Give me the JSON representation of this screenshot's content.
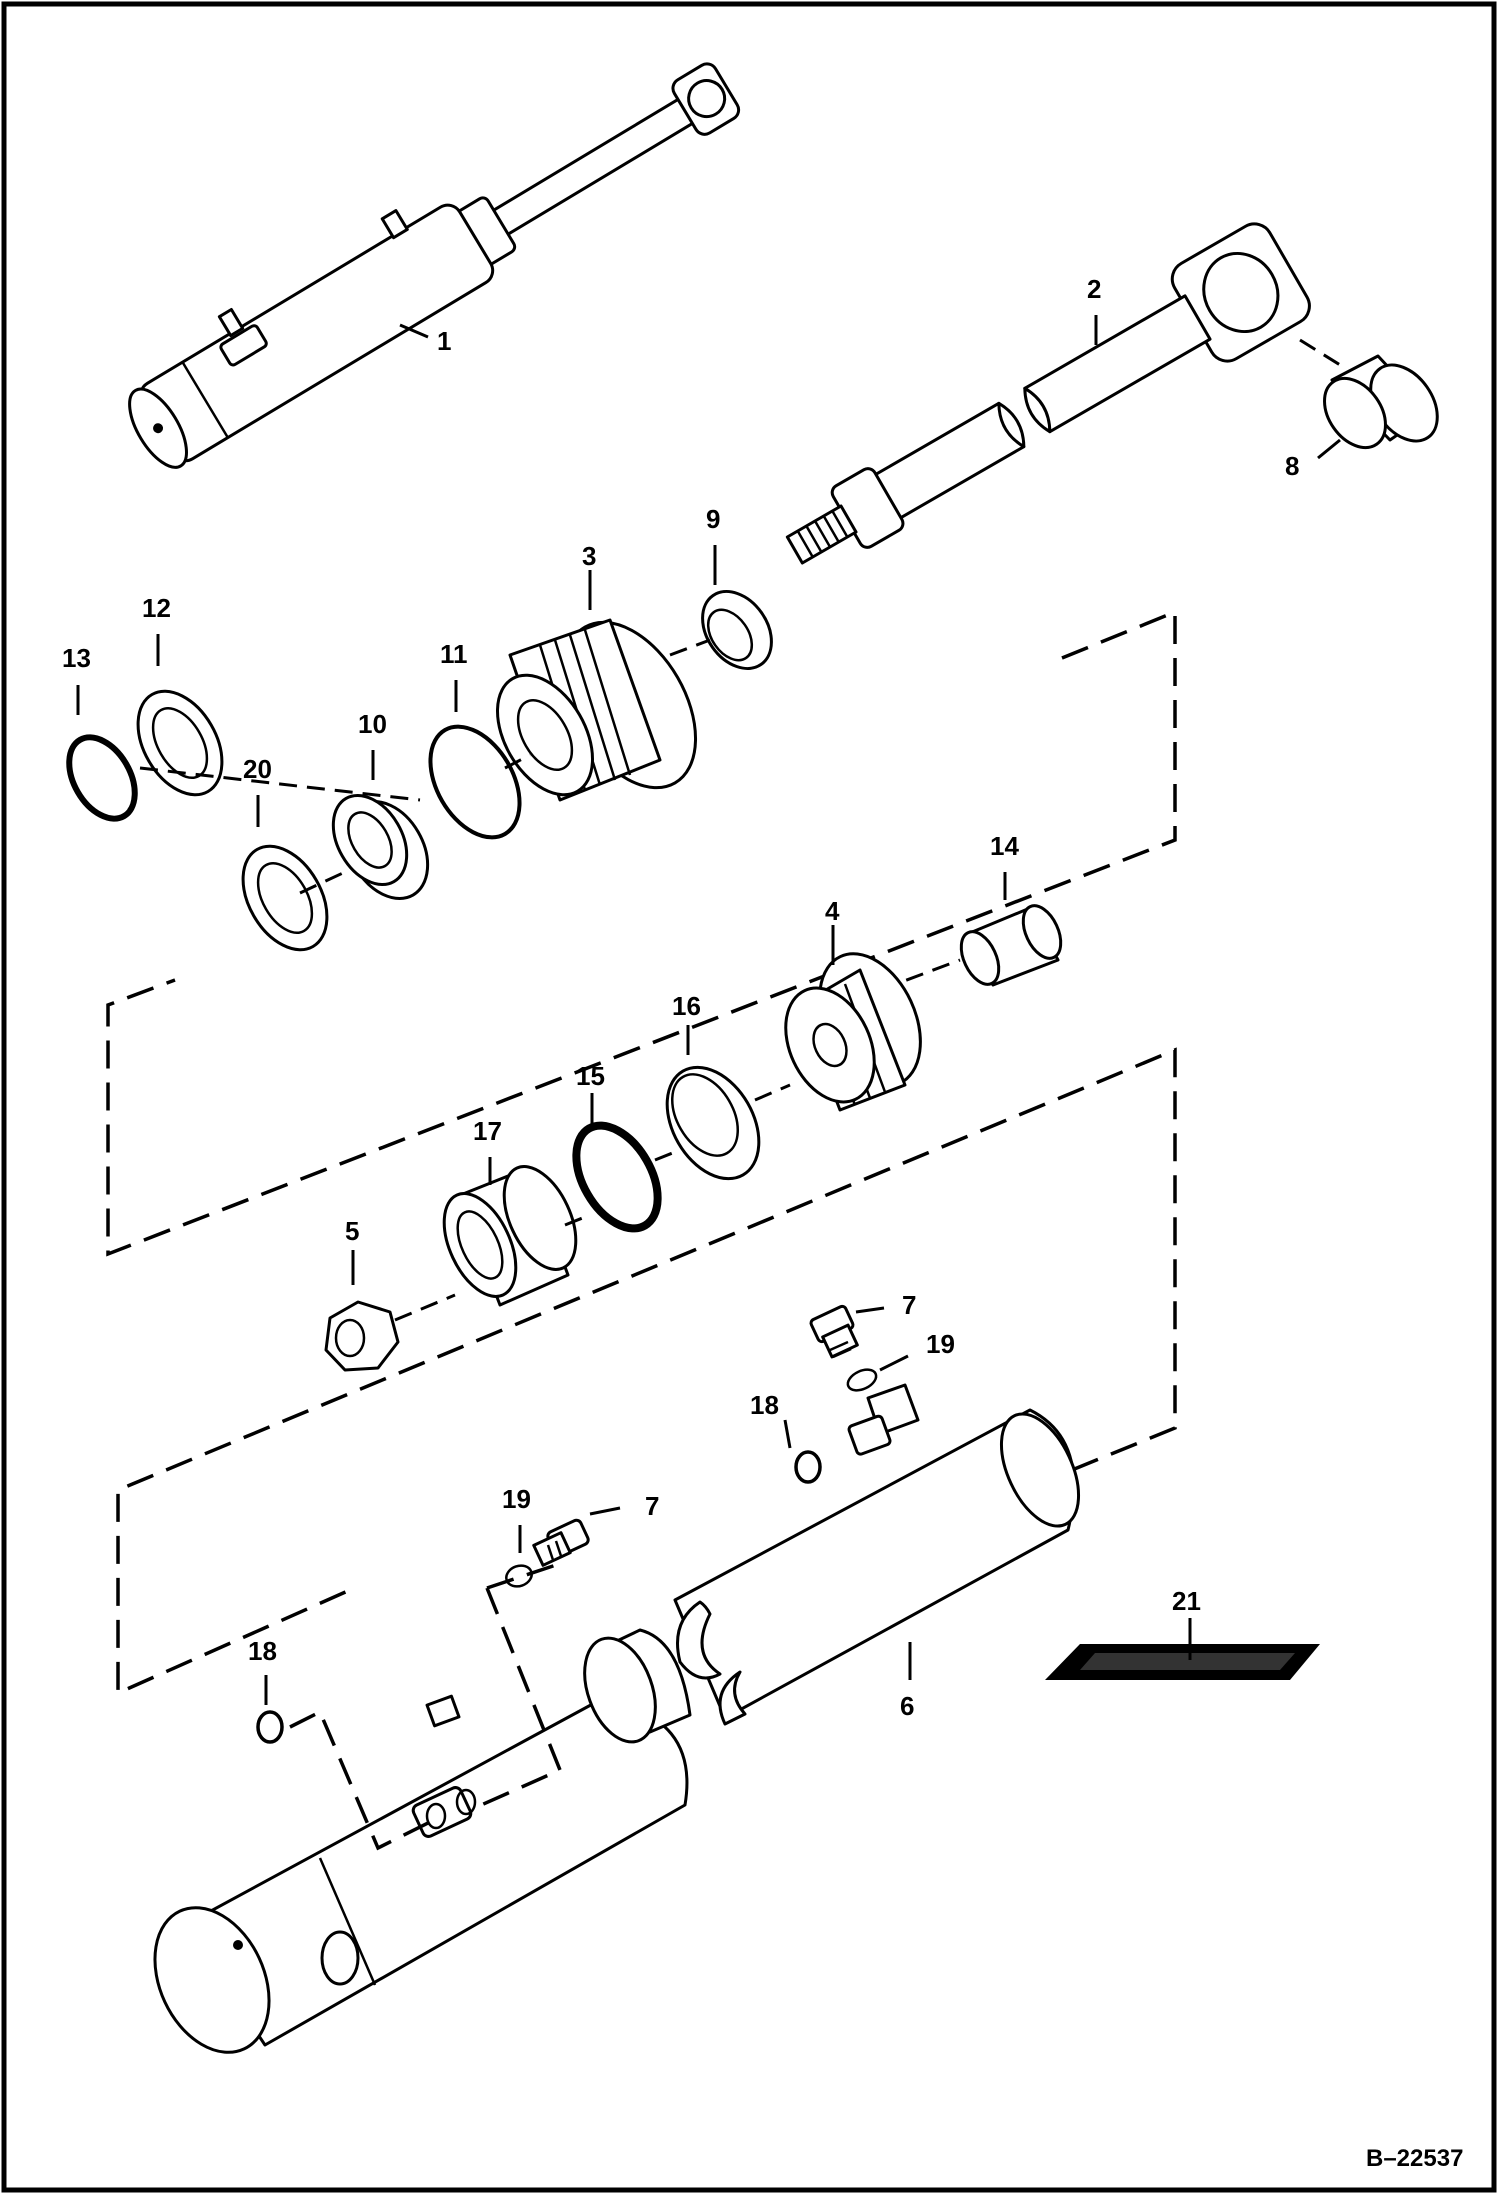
{
  "diagram": {
    "drawing_number": "B–22537",
    "callouts": {
      "c1": "1",
      "c2": "2",
      "c3": "3",
      "c4": "4",
      "c5": "5",
      "c6": "6",
      "c7a": "7",
      "c7b": "7",
      "c8": "8",
      "c9": "9",
      "c10": "10",
      "c11": "11",
      "c12": "12",
      "c13": "13",
      "c14": "14",
      "c15": "15",
      "c16": "16",
      "c17": "17",
      "c18a": "18",
      "c18b": "18",
      "c19a": "19",
      "c19b": "19",
      "c20": "20",
      "c21": "21"
    }
  }
}
